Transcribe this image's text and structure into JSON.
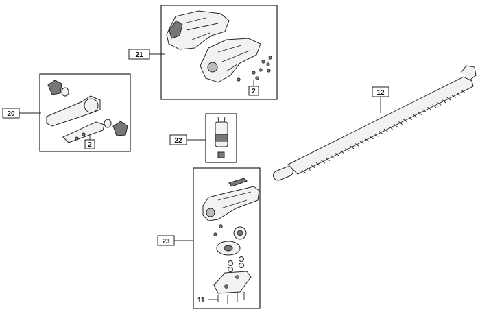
{
  "callouts": {
    "c21": "21",
    "c2a": "2",
    "c20": "20",
    "c2b": "2",
    "c12": "12",
    "c22": "22",
    "c23": "23",
    "c11": "11"
  },
  "colors": {
    "line": "#222222",
    "part_fill": "#f2f2f2",
    "part_dark": "#777777"
  }
}
